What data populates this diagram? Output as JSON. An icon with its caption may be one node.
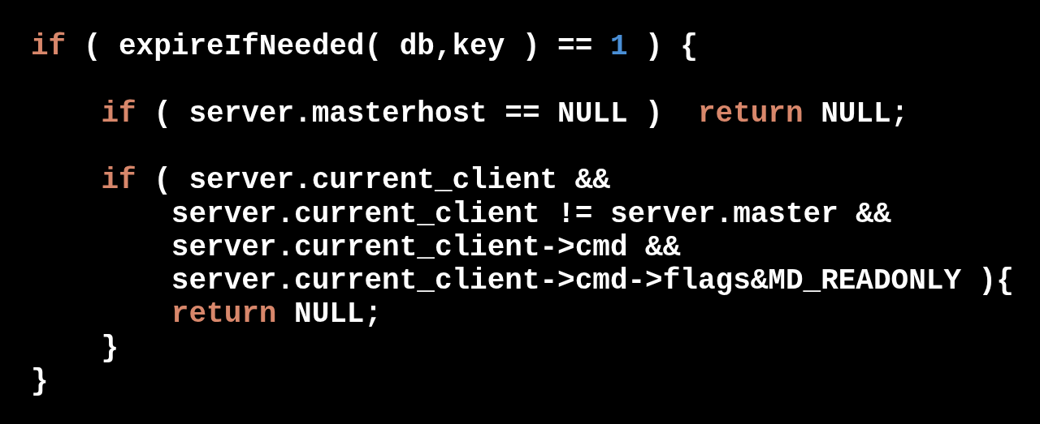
{
  "diagram": {
    "labels": [
      "if",
      "( expireIfNeeded( db,key ) ==",
      "1",
      ") {",
      "if",
      "( server.masterhost == NULL )",
      "return",
      "NULL;",
      "if",
      "( server.current_client &&",
      "server.current_client != server.master &&",
      "server.current_client->cmd &&",
      "server.current_client->cmd->flags&MD_READONLY ){",
      "return",
      "NULL;",
      "}",
      "}"
    ]
  }
}
